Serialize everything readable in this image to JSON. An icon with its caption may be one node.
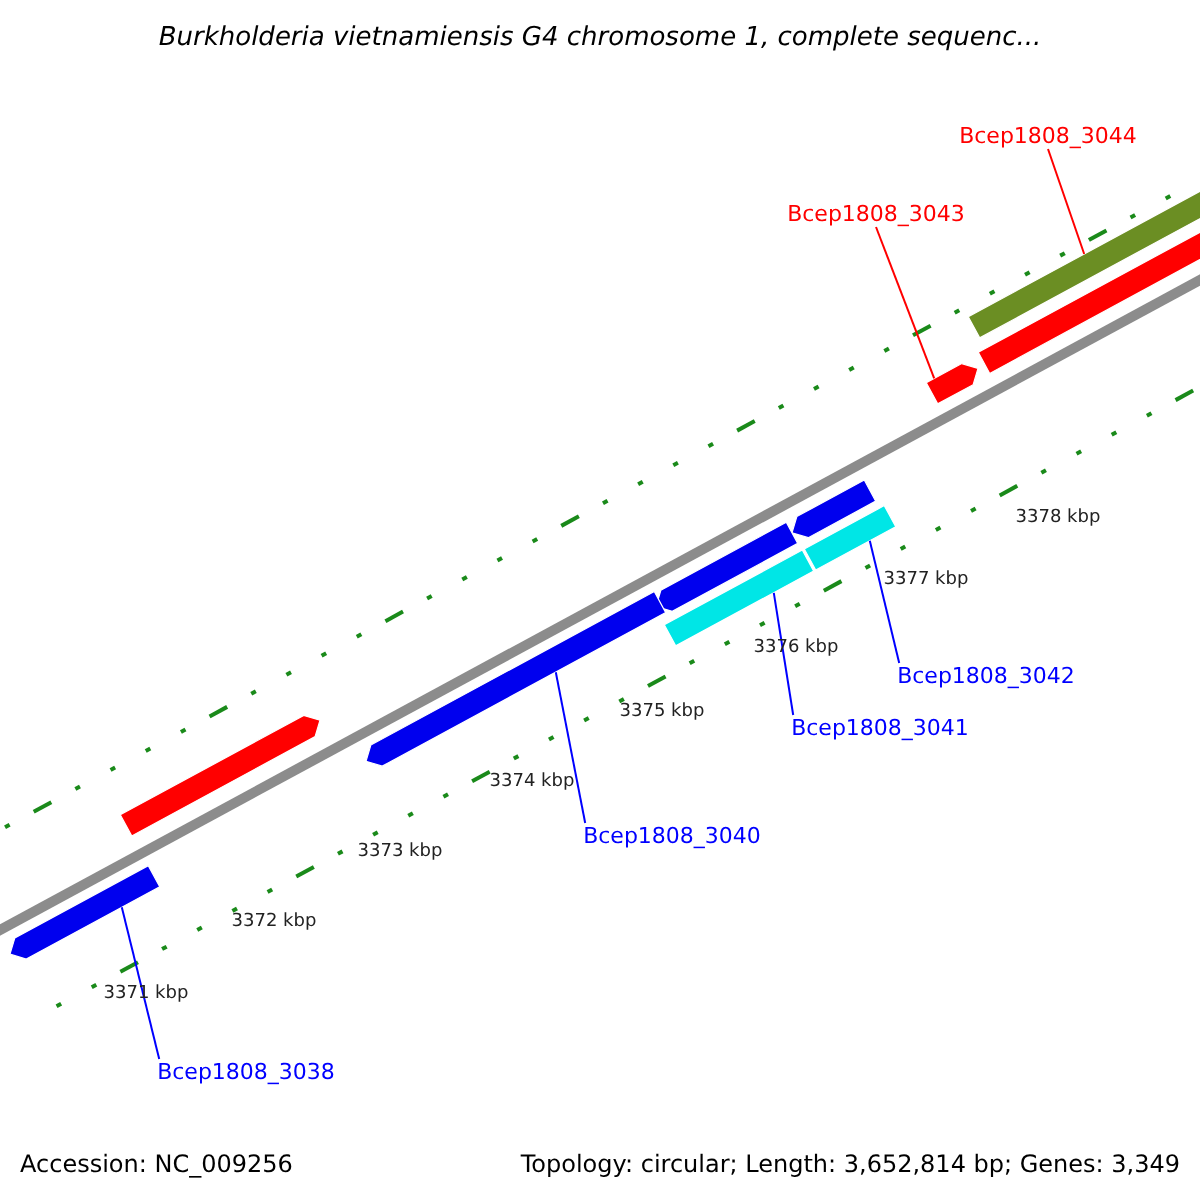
{
  "diagram": {
    "title": "Burkholderia vietnamiensis G4 chromosome 1, complete sequenc...",
    "nodes": [
      {
        "text": [
          "Bcep1808_3044"
        ]
      },
      {
        "text": [
          "Bcep1808_3043"
        ]
      },
      {
        "text": [],
        "shape": "bar"
      },
      {
        "text": [],
        "shape": "bar"
      },
      {
        "text": [],
        "shape": "bar"
      },
      {
        "text": [],
        "shape": "bar"
      },
      {
        "text": [],
        "shape": "bar"
      },
      {
        "text": [],
        "shape": "bar"
      },
      {
        "text": [],
        "shape": "bar"
      },
      {
        "text": [
          "Bcep1808_3042"
        ]
      },
      {
        "text": [],
        "shape": "bar"
      },
      {
        "text": [
          "Bcep1808_3041"
        ]
      },
      {
        "text": [],
        "shape": "bar"
      },
      {
        "text": [
          "Bcep1808_3040"
        ]
      },
      {
        "text": [],
        "shape": "bar"
      },
      {
        "text": [
          "Bcep1808_3038"
        ]
      }
    ],
    "edges": [
      {
        "from": 0,
        "to": 2,
        "arrow": "none",
        "color": "#ff0000"
      },
      {
        "from": 1,
        "to": 4,
        "arrow": "none",
        "color": "#ff0000"
      },
      {
        "from": 9,
        "to": 7,
        "arrow": "none"
      },
      {
        "from": 11,
        "to": 8,
        "arrow": "none"
      },
      {
        "from": 13,
        "to": 10,
        "arrow": "none"
      },
      {
        "from": 15,
        "to": 14,
        "arrow": "none"
      }
    ],
    "labels": [
      "3378 kbp",
      "3377 kbp",
      "3376 kbp",
      "3375 kbp",
      "3374 kbp",
      "3373 kbp",
      "3372 kbp",
      "3371 kbp",
      "Accession: NC_009256",
      "Topology: circular; Length: 3,652,814 bp; Genes: 3,349"
    ]
  }
}
